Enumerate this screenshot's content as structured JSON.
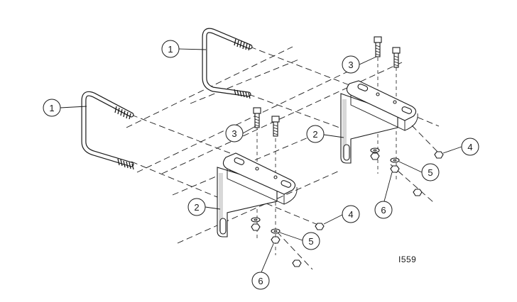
{
  "callouts": {
    "c1a": "1",
    "c1b": "1",
    "c3a": "3",
    "c3b": "3",
    "c2a": "2",
    "c2b": "2",
    "c4a": "4",
    "c4b": "4",
    "c5a": "5",
    "c5b": "5",
    "c6a": "6",
    "c6b": "6"
  },
  "figure_id": "I559"
}
